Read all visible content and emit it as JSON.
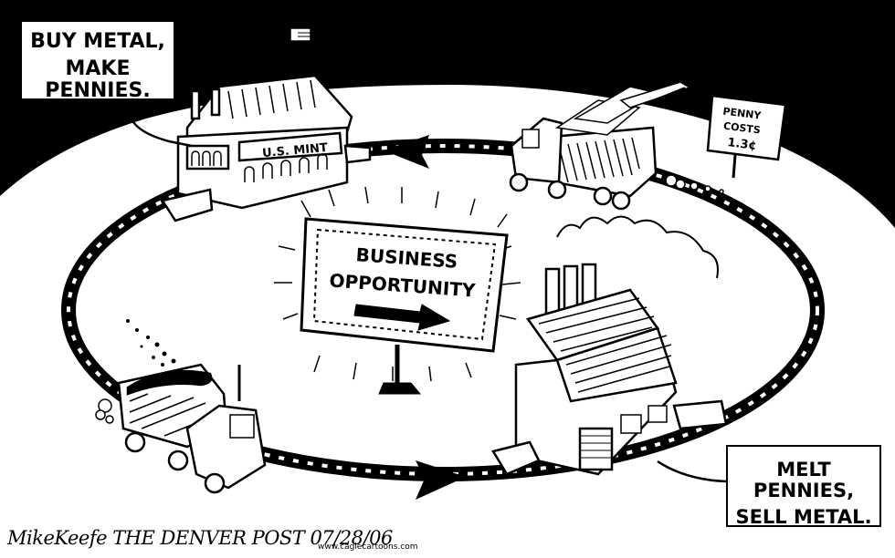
{
  "captions": {
    "top_left": [
      "BUY METAL,",
      "MAKE PENNIES."
    ],
    "bottom_right": [
      "MELT PENNIES,",
      "SELL METAL."
    ]
  },
  "mint_sign": "U.S. MINT",
  "billboard": [
    "BUSINESS",
    "OPPORTUNITY"
  ],
  "penny_sign": [
    "PENNY",
    "COSTS",
    "1.3¢"
  ],
  "signature": "MikeKeefe THE DENVER POST 07/28/06",
  "website": "www.caglecartoons.com"
}
